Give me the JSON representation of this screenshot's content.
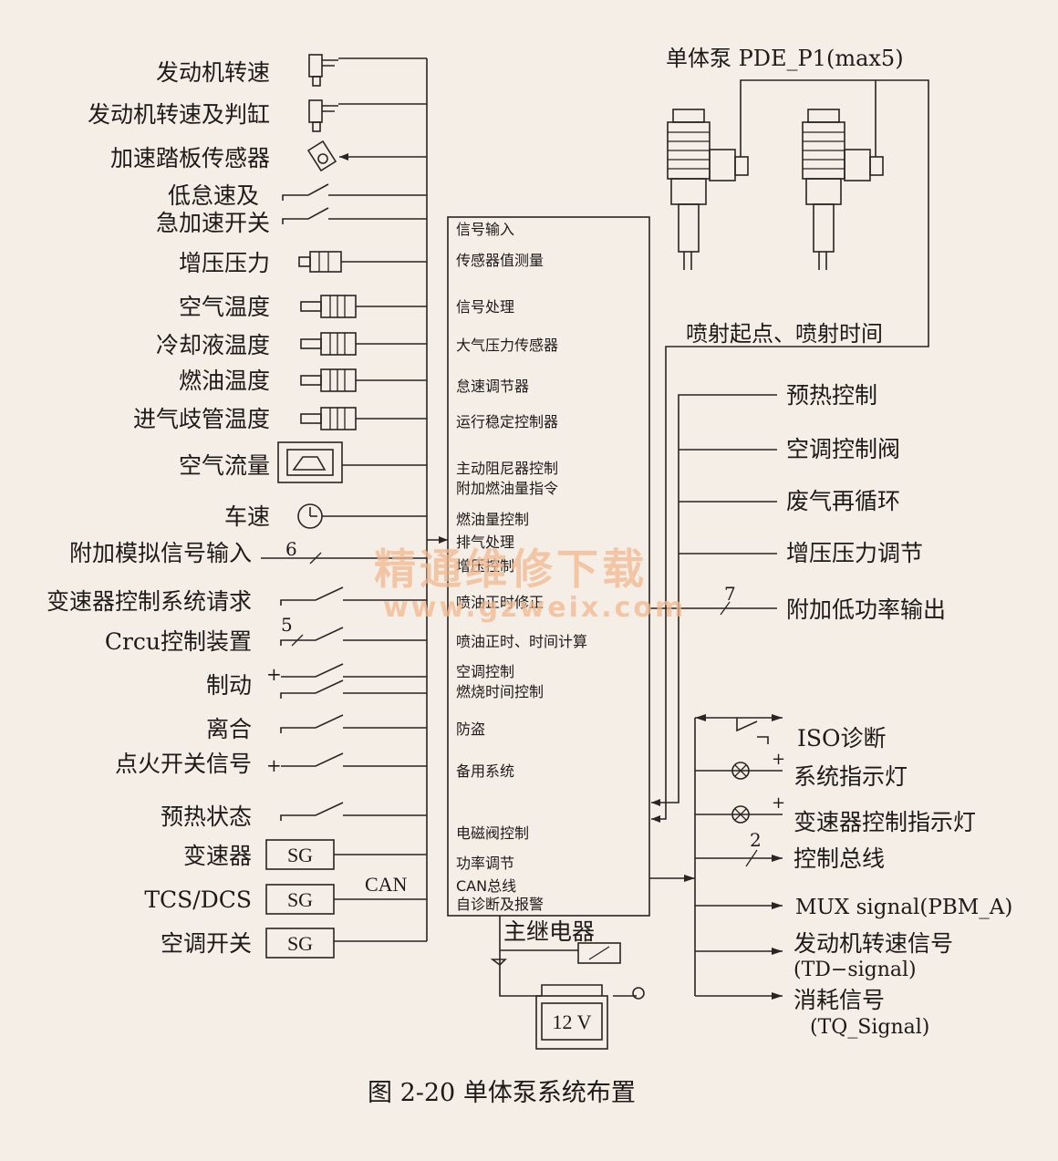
{
  "inputs": [
    {
      "label": "发动机转速",
      "icon": "speed-sensor-icon"
    },
    {
      "label": "发动机转速及判缸",
      "icon": "speed-sensor-icon"
    },
    {
      "label": "加速踏板传感器",
      "icon": "pedal-sensor-icon"
    },
    {
      "label": "低怠速及",
      "icon": "switch-icon"
    },
    {
      "label": "急加速开关",
      "icon": "switch-icon"
    },
    {
      "label": "增压压力",
      "icon": "pressure-sensor-icon"
    },
    {
      "label": "空气温度",
      "icon": "temperature-sensor-icon"
    },
    {
      "label": "冷却液温度",
      "icon": "temperature-sensor-icon"
    },
    {
      "label": "燃油温度",
      "icon": "temperature-sensor-icon"
    },
    {
      "label": "进气歧管温度",
      "icon": "temperature-sensor-icon"
    },
    {
      "label": "空气流量",
      "icon": "air-flow-meter-icon"
    },
    {
      "label": "车速",
      "icon": "speedometer-icon"
    },
    {
      "label": "附加模拟信号输入",
      "icon": "bus-line"
    },
    {
      "label": "变速器控制系统请求",
      "icon": "switch-icon"
    },
    {
      "label": "Crcu控制装置",
      "icon": "switch-icon"
    },
    {
      "label": "制动",
      "icon": "double-switch-icon"
    },
    {
      "label": "离合",
      "icon": "switch-icon"
    },
    {
      "label": "点火开关信号",
      "icon": "switch-icon"
    },
    {
      "label": "预热状态",
      "icon": "switch-icon"
    },
    {
      "label": "变速器",
      "icon": "sg-box"
    },
    {
      "label": "TCS/DCS",
      "icon": "sg-box"
    },
    {
      "label": "空调开关",
      "icon": "sg-box"
    }
  ],
  "sg_label": "SG",
  "can_label": "CAN",
  "bus_count_6": "6",
  "bus_count_5": "5",
  "bus_count_7": "7",
  "bus_count_2": "2",
  "plus": "+",
  "ecu_functions": [
    "信号输入",
    "传感器值测量",
    "信号处理",
    "大气压力传感器",
    "怠速调节器",
    "运行稳定控制器",
    "主动阻尼器控制",
    "附加燃油量指令",
    "燃油量控制",
    "排气处理",
    "增压控制",
    "喷油正时修正",
    "喷油正时、时间计算",
    "空调控制",
    "燃烧时间控制",
    "防盗",
    "备用系统",
    "电磁阀控制",
    "功率调节",
    "CAN总线",
    "自诊断及报警"
  ],
  "pump_title": "单体泵 PDE_P1(max5)",
  "injection_label": "喷射起点、喷射时间",
  "outputs_top": [
    "预热控制",
    "空调控制阀",
    "废气再循环",
    "增压压力调节",
    "附加低功率输出"
  ],
  "outputs_bottom": [
    "ISO诊断",
    "系统指示灯",
    "变速器控制指示灯",
    "控制总线",
    "MUX signal(PBM_A)",
    "发动机转速信号",
    "(TD−signal)",
    "消耗信号",
    "(TQ_Signal)"
  ],
  "relay_label": "主继电器",
  "battery_label": "12 V",
  "caption": "图 2-20    单体泵系统布置",
  "watermark": {
    "line1": "精通维修下载",
    "line2": "www.gzweix.com"
  },
  "colors": {
    "background": "#f4eee7",
    "ink": "#1e1a18",
    "watermark": "#f2b88f"
  }
}
